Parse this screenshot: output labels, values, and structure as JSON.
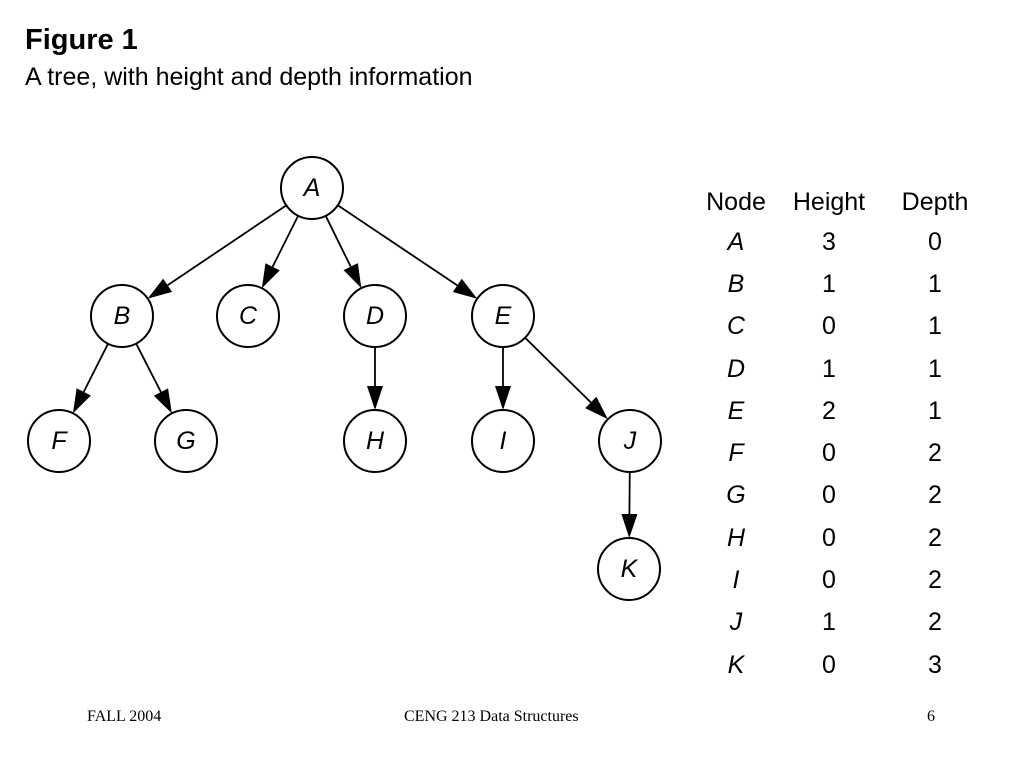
{
  "title": "Figure 1",
  "subtitle": "A tree, with height and depth information",
  "tree": {
    "nodes": [
      "A",
      "B",
      "C",
      "D",
      "E",
      "F",
      "G",
      "H",
      "I",
      "J",
      "K"
    ],
    "edges": [
      [
        "A",
        "B"
      ],
      [
        "A",
        "C"
      ],
      [
        "A",
        "D"
      ],
      [
        "A",
        "E"
      ],
      [
        "B",
        "F"
      ],
      [
        "B",
        "G"
      ],
      [
        "D",
        "H"
      ],
      [
        "E",
        "I"
      ],
      [
        "E",
        "J"
      ],
      [
        "J",
        "K"
      ]
    ]
  },
  "table": {
    "headers": {
      "node": "Node",
      "height": "Height",
      "depth": "Depth"
    },
    "rows": [
      {
        "node": "A",
        "height": "3",
        "depth": "0"
      },
      {
        "node": "B",
        "height": "1",
        "depth": "1"
      },
      {
        "node": "C",
        "height": "0",
        "depth": "1"
      },
      {
        "node": "D",
        "height": "1",
        "depth": "1"
      },
      {
        "node": "E",
        "height": "2",
        "depth": "1"
      },
      {
        "node": "F",
        "height": "0",
        "depth": "2"
      },
      {
        "node": "G",
        "height": "0",
        "depth": "2"
      },
      {
        "node": "H",
        "height": "0",
        "depth": "2"
      },
      {
        "node": "I",
        "height": "0",
        "depth": "2"
      },
      {
        "node": "J",
        "height": "1",
        "depth": "2"
      },
      {
        "node": "K",
        "height": "0",
        "depth": "3"
      }
    ]
  },
  "footer": {
    "left": "FALL 2004",
    "center": "CENG 213 Data Structures",
    "right": "6"
  }
}
